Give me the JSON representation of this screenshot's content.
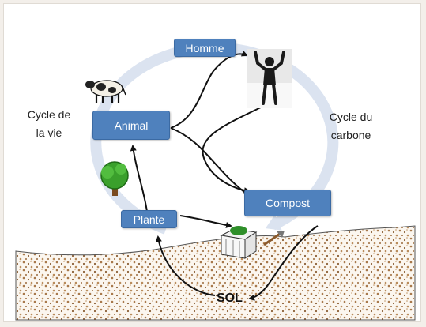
{
  "nodes": {
    "homme": "Homme",
    "animal": "Animal",
    "plante": "Plante",
    "compost": "Compost"
  },
  "labels": {
    "cycle_vie_line1": "Cycle de",
    "cycle_vie_line2": "la vie",
    "cycle_carbone_line1": "Cycle du",
    "cycle_carbone_line2": "carbone",
    "sol": "SOL"
  },
  "colors": {
    "node_fill": "#4f81bd",
    "cycle_ring": "#dbe3f0",
    "soil": "#a8784a"
  },
  "icons": [
    "cow-icon",
    "person-arms-raised-icon",
    "tree-icon",
    "compost-bin-icon",
    "shovel-icon"
  ]
}
